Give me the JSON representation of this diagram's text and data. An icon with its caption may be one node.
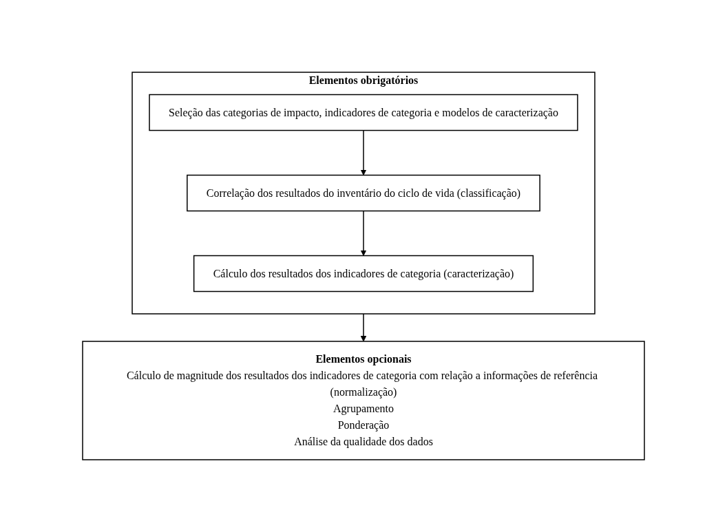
{
  "diagram": {
    "nodes": [
      {
        "text": [
          "Elementos obrigatórios"
        ]
      },
      {
        "text": [
          "Seleção das categorias de impacto, indicadores de categoria e modelos de caracterização"
        ],
        "in": 0
      },
      {
        "text": [
          "Correlação dos resultados do inventário do ciclo de vida (classificação)"
        ],
        "in": 0
      },
      {
        "text": [
          "Cálculo dos resultados dos indicadores de categoria (caracterização)"
        ],
        "in": 0
      },
      {
        "text": [
          "Elementos opcionais",
          "Cálculo de magnitude dos resultados dos indicadores de categoria com relação a informações de referência (normalização)",
          "Agrupamento",
          "Ponderação",
          "Análise da qualidade dos dados"
        ]
      }
    ],
    "edges": [
      {
        "from": 1,
        "to": 2,
        "arrow": "to"
      },
      {
        "from": 2,
        "to": 3,
        "arrow": "to"
      },
      {
        "from": 0,
        "to": 4,
        "arrow": "to"
      }
    ]
  }
}
